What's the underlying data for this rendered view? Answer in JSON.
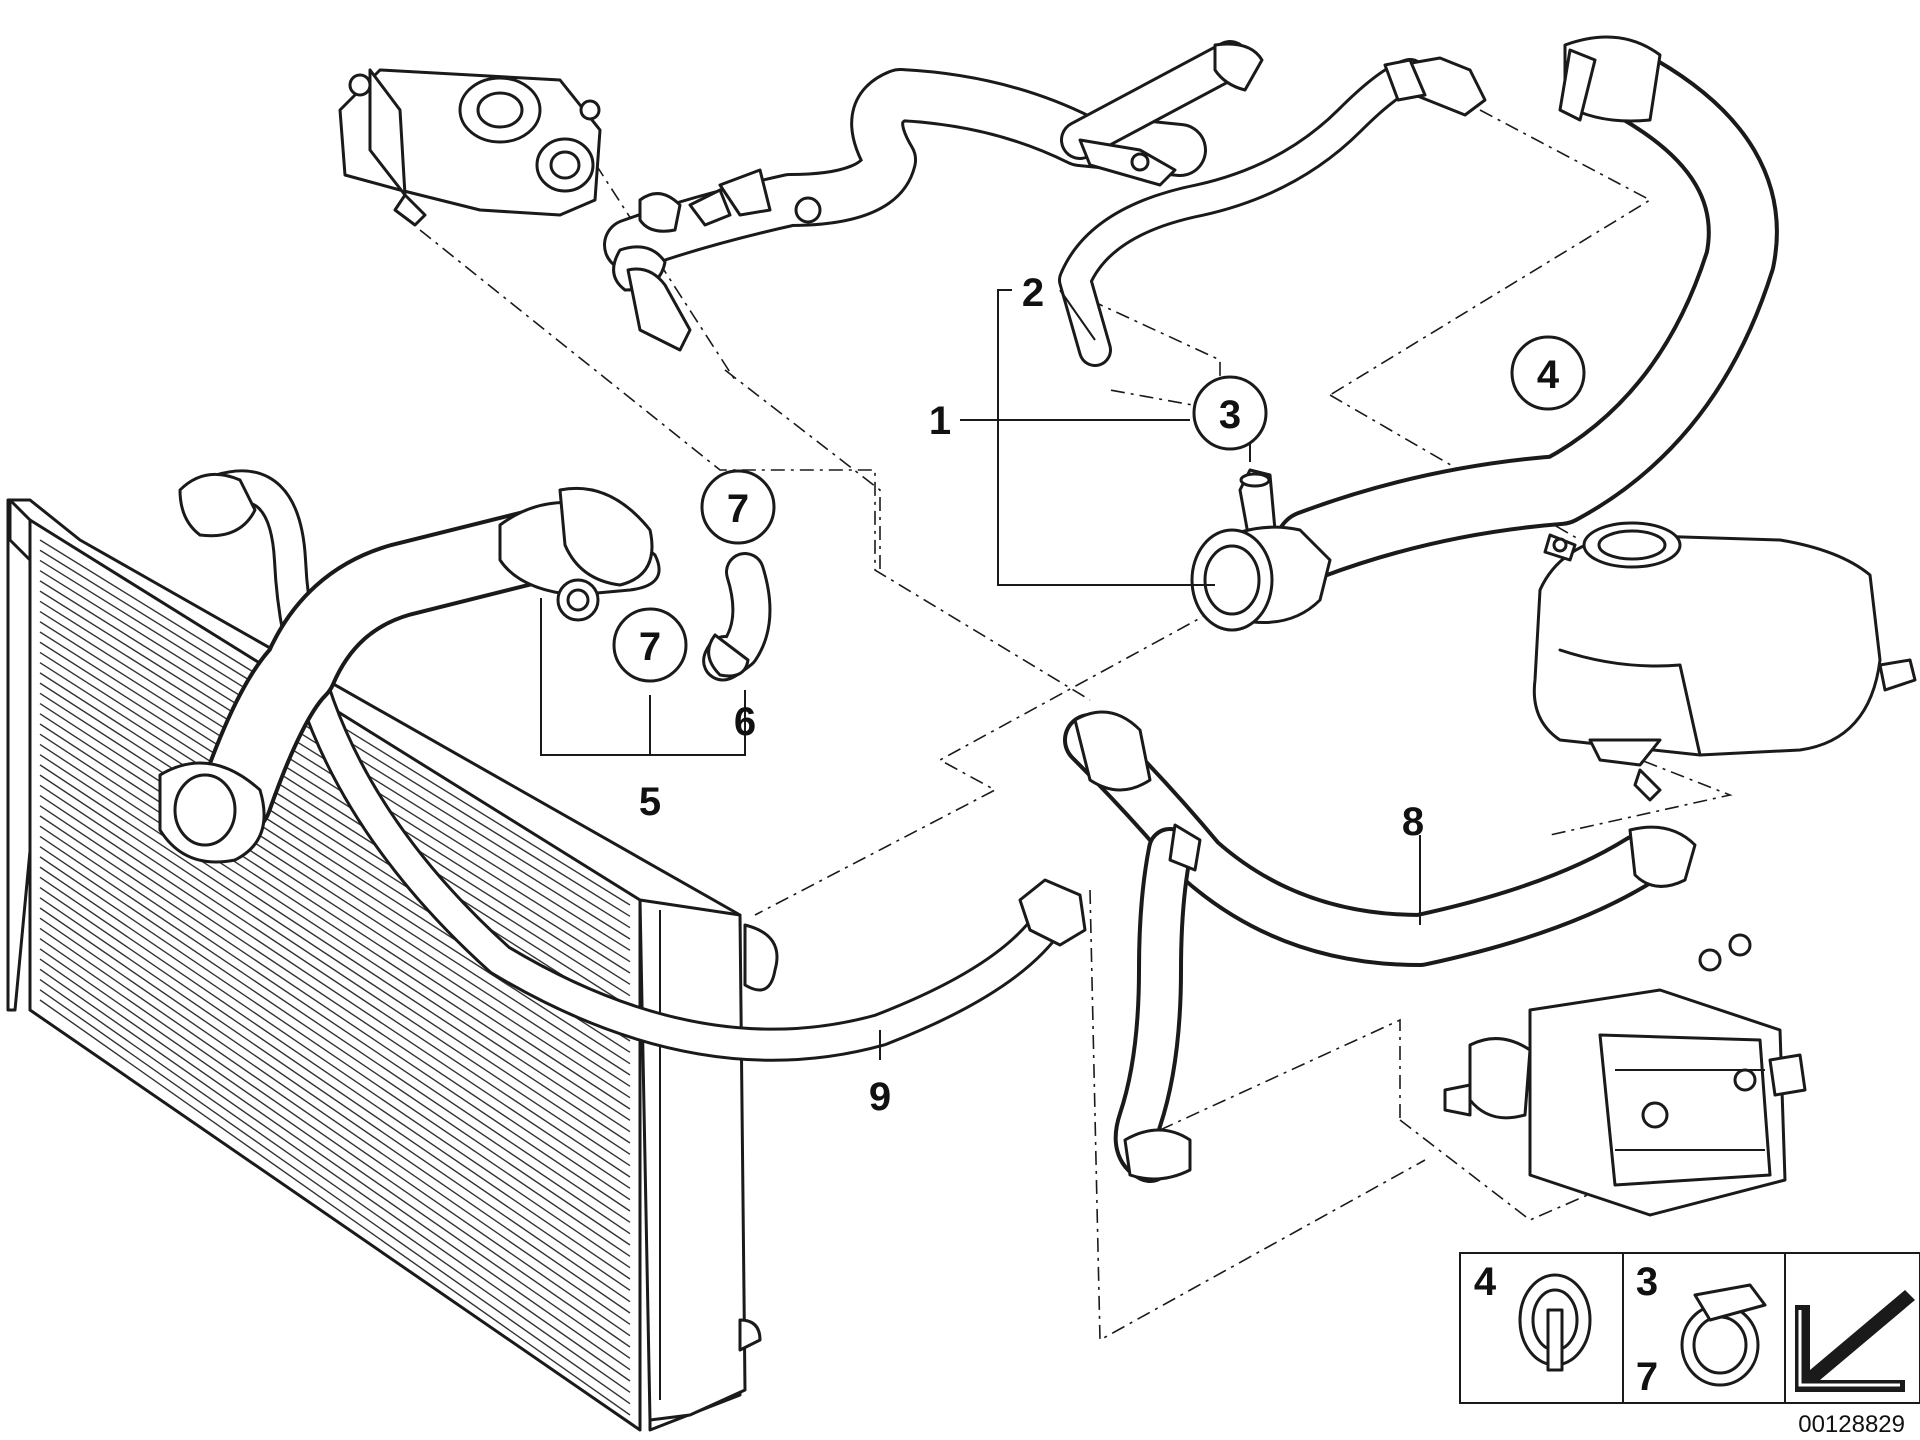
{
  "callouts": {
    "c1": "1",
    "c2": "2",
    "c3": "3",
    "c4": "4",
    "c5": "5",
    "c6": "6",
    "c7a": "7",
    "c7b": "7",
    "c8": "8",
    "c9": "9"
  },
  "legend": {
    "item_a_number": "4",
    "item_b_number_top": "3",
    "item_b_number_bottom": "7"
  },
  "reference_number": "00128829"
}
